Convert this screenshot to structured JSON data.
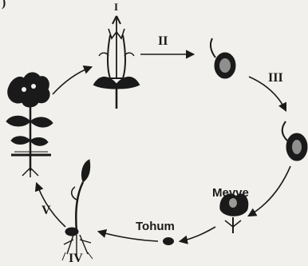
{
  "diagram": {
    "corner_mark": ")",
    "stage_labels": {
      "i": "I",
      "ii": "II",
      "iii": "III",
      "iv": "IV",
      "v": "V"
    },
    "structure_labels": {
      "fruit": "Meyve",
      "seed": "Tohum"
    },
    "colors": {
      "ink": "#1a1a1a",
      "paper": "#f1f0ec"
    }
  }
}
